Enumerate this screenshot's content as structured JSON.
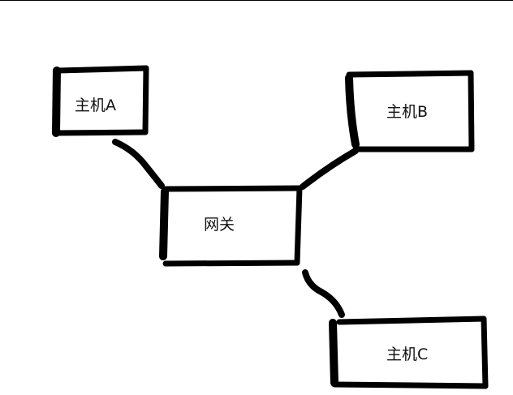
{
  "nodes": {
    "host_a": "主机A",
    "host_b": "主机B",
    "gateway": "网关",
    "host_c": "主机C"
  },
  "edges": [
    [
      "gateway",
      "host_a"
    ],
    [
      "gateway",
      "host_b"
    ],
    [
      "gateway",
      "host_c"
    ]
  ],
  "colors": {
    "stroke": "#000000",
    "background": "#ffffff"
  }
}
